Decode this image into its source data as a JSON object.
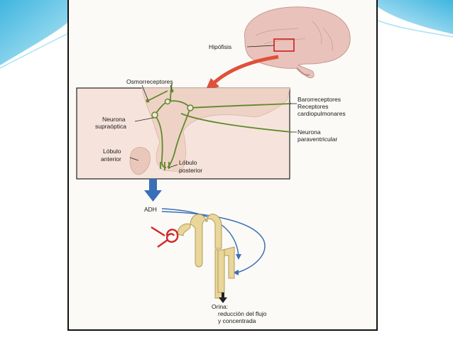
{
  "labels": {
    "hipofisis": "Hipófisis",
    "osmorreceptores": "Osmorreceptores",
    "barorreceptores": "Barorreceptores",
    "receptores": "Receptores",
    "cardiopulmonares": "cardiopulmonares",
    "neurona_supraoptica_1": "Neurona",
    "neurona_supraoptica_2": "supraóptica",
    "neurona_paraventricular_1": "Neurona",
    "neurona_paraventricular_2": "paraventricular",
    "lobulo_anterior_1": "Lóbulo",
    "lobulo_anterior_2": "anterior",
    "lobulo_posterior_1": "Lóbulo",
    "lobulo_posterior_2": "posterior",
    "adh": "ADH",
    "orina_1": "Orina:",
    "orina_2": "reducción del flujo",
    "orina_3": "y concentrada"
  },
  "colors": {
    "neuron_green": "#5e8a2a",
    "pink_box": "#f6e4dc",
    "brain_pink": "#e9c3bb",
    "red_arrow": "#e0503a",
    "blue_arrow": "#3a6fb8",
    "nephron_yellow": "#e8d69a",
    "glomerulus_red": "#d02a2a",
    "slide_cyan": "#5fc6e6"
  }
}
